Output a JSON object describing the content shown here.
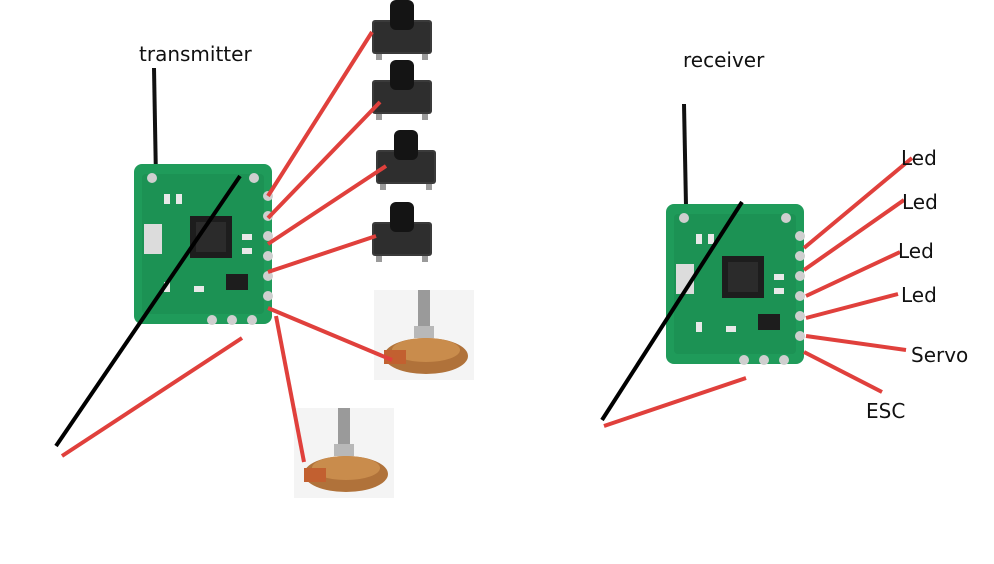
{
  "transmitter": {
    "title": "transmitter",
    "board_icon": "rf-module-board-icon",
    "inputs": [
      {
        "kind": "push-button",
        "icon": "push-button-icon"
      },
      {
        "kind": "push-button",
        "icon": "push-button-icon"
      },
      {
        "kind": "push-button",
        "icon": "push-button-icon"
      },
      {
        "kind": "push-button",
        "icon": "push-button-icon"
      },
      {
        "kind": "potentiometer",
        "icon": "potentiometer-icon"
      },
      {
        "kind": "potentiometer",
        "icon": "potentiometer-icon"
      }
    ]
  },
  "receiver": {
    "title": "receiver",
    "board_icon": "rf-module-board-icon",
    "outputs": [
      "Led",
      "Led",
      "Led",
      "Led",
      "Servo",
      "ESC"
    ]
  },
  "colors": {
    "wire": "#e0403c",
    "ground_wire": "#000000",
    "pcb": "#1f9b5a",
    "pcb_dark": "#16804a",
    "chip": "#1d1d1d",
    "pad": "#cfcfcf",
    "button_body": "#3a3a3a",
    "pot_body": "#b0723a",
    "pot_shaft": "#9a9a9a"
  }
}
